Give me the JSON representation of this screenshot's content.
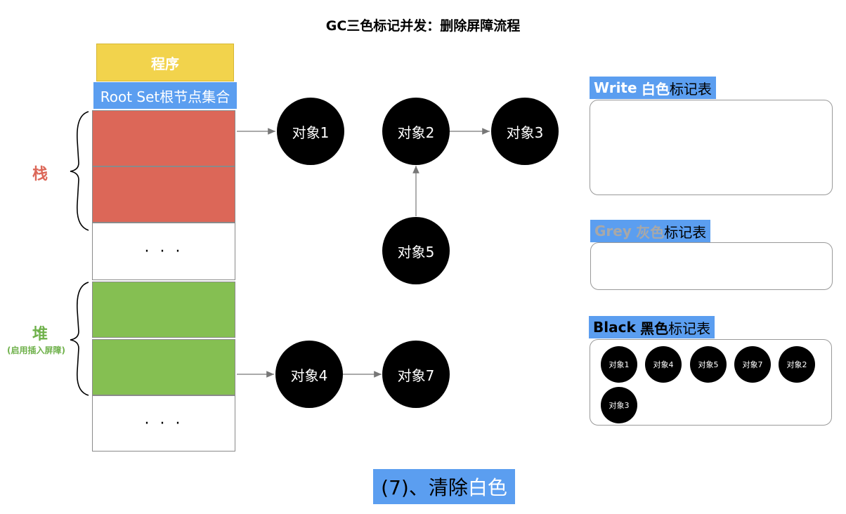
{
  "title": "GC三色标记并发：删除屏障流程",
  "program": "程序",
  "root_set": "Root Set根节点集合",
  "stack_label": "栈",
  "heap_label": "堆",
  "heap_sublabel": "(启用插入屏障)",
  "ellipsis": "· · ·",
  "nodes": {
    "obj1": "对象1",
    "obj2": "对象2",
    "obj3": "对象3",
    "obj4": "对象4",
    "obj5": "对象5",
    "obj7": "对象7"
  },
  "tables": {
    "white": {
      "title_en": "Write",
      "title_color_word": "白色",
      "title_suffix": "标记表",
      "items": []
    },
    "grey": {
      "title_en": "Grey",
      "title_color_word": "灰色",
      "title_suffix": "标记表",
      "items": []
    },
    "black": {
      "title_en": "Black",
      "title_color_word": "黑色",
      "title_suffix": "标记表",
      "items": [
        "对象1",
        "对象4",
        "对象5",
        "对象7",
        "对象2",
        "对象3"
      ]
    }
  },
  "caption": {
    "prefix": "(7)、清除",
    "highlight": "白色"
  },
  "colors": {
    "stack_red": "#dc6758",
    "heap_green": "#85bf52",
    "program_yellow": "#f2d34c",
    "label_blue": "#5b9ef0",
    "grey_text": "#a8a8a8",
    "black_text": "#000000",
    "white_text": "#ffffff"
  }
}
